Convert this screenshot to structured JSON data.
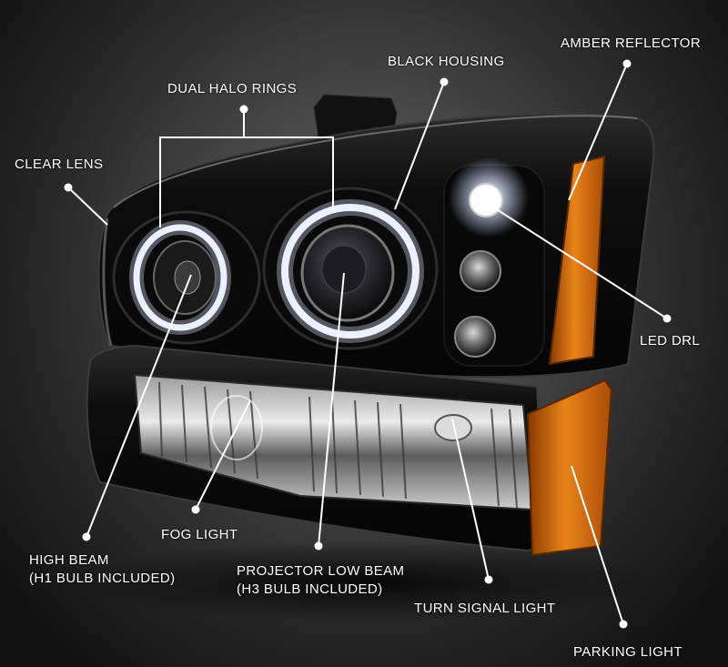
{
  "callouts": {
    "amber_reflector": "AMBER REFLECTOR",
    "black_housing": "BLACK HOUSING",
    "dual_halo_rings": "DUAL HALO RINGS",
    "clear_lens": "CLEAR LENS",
    "led_drl": "LED DRL",
    "fog_light": "FOG LIGHT",
    "high_beam_line1": "HIGH BEAM",
    "high_beam_line2": "(H1 BULB INCLUDED)",
    "projector_line1": "PROJECTOR LOW BEAM",
    "projector_line2": "(H3 BULB INCLUDED)",
    "turn_signal": "TURN SIGNAL LIGHT",
    "parking_light": "PARKING LIGHT"
  },
  "colors": {
    "amber": "#e07a12",
    "housing": "#0b0b0b",
    "callout": "#ffffff"
  }
}
